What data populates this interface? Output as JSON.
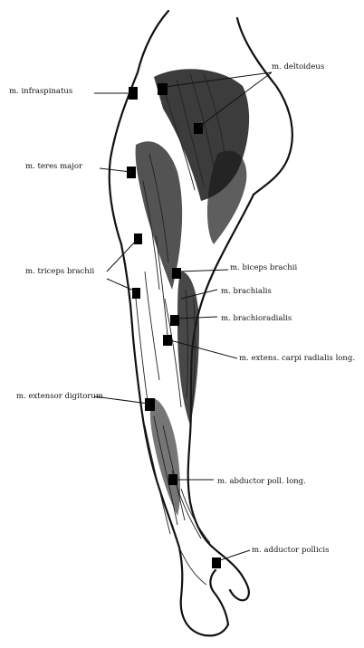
{
  "labels": {
    "infraspinatus": "m. infraspinatus",
    "deltoideus": "m. deltoideus",
    "teres_major": "m. teres major",
    "biceps_brachii": "m. biceps brachii",
    "triceps_brachii": "m. triceps brachii",
    "brachialis": "m. brachialis",
    "brachioradialis": "m. brachioradialis",
    "extensor_carpi": "m. extens. carpi radialis long.",
    "extensor_digitorum": "m. extensor digitorum",
    "abductor_pollicis": "m. abductor poll. long.",
    "adductor_pollicis": "m. adductor pollicis"
  }
}
